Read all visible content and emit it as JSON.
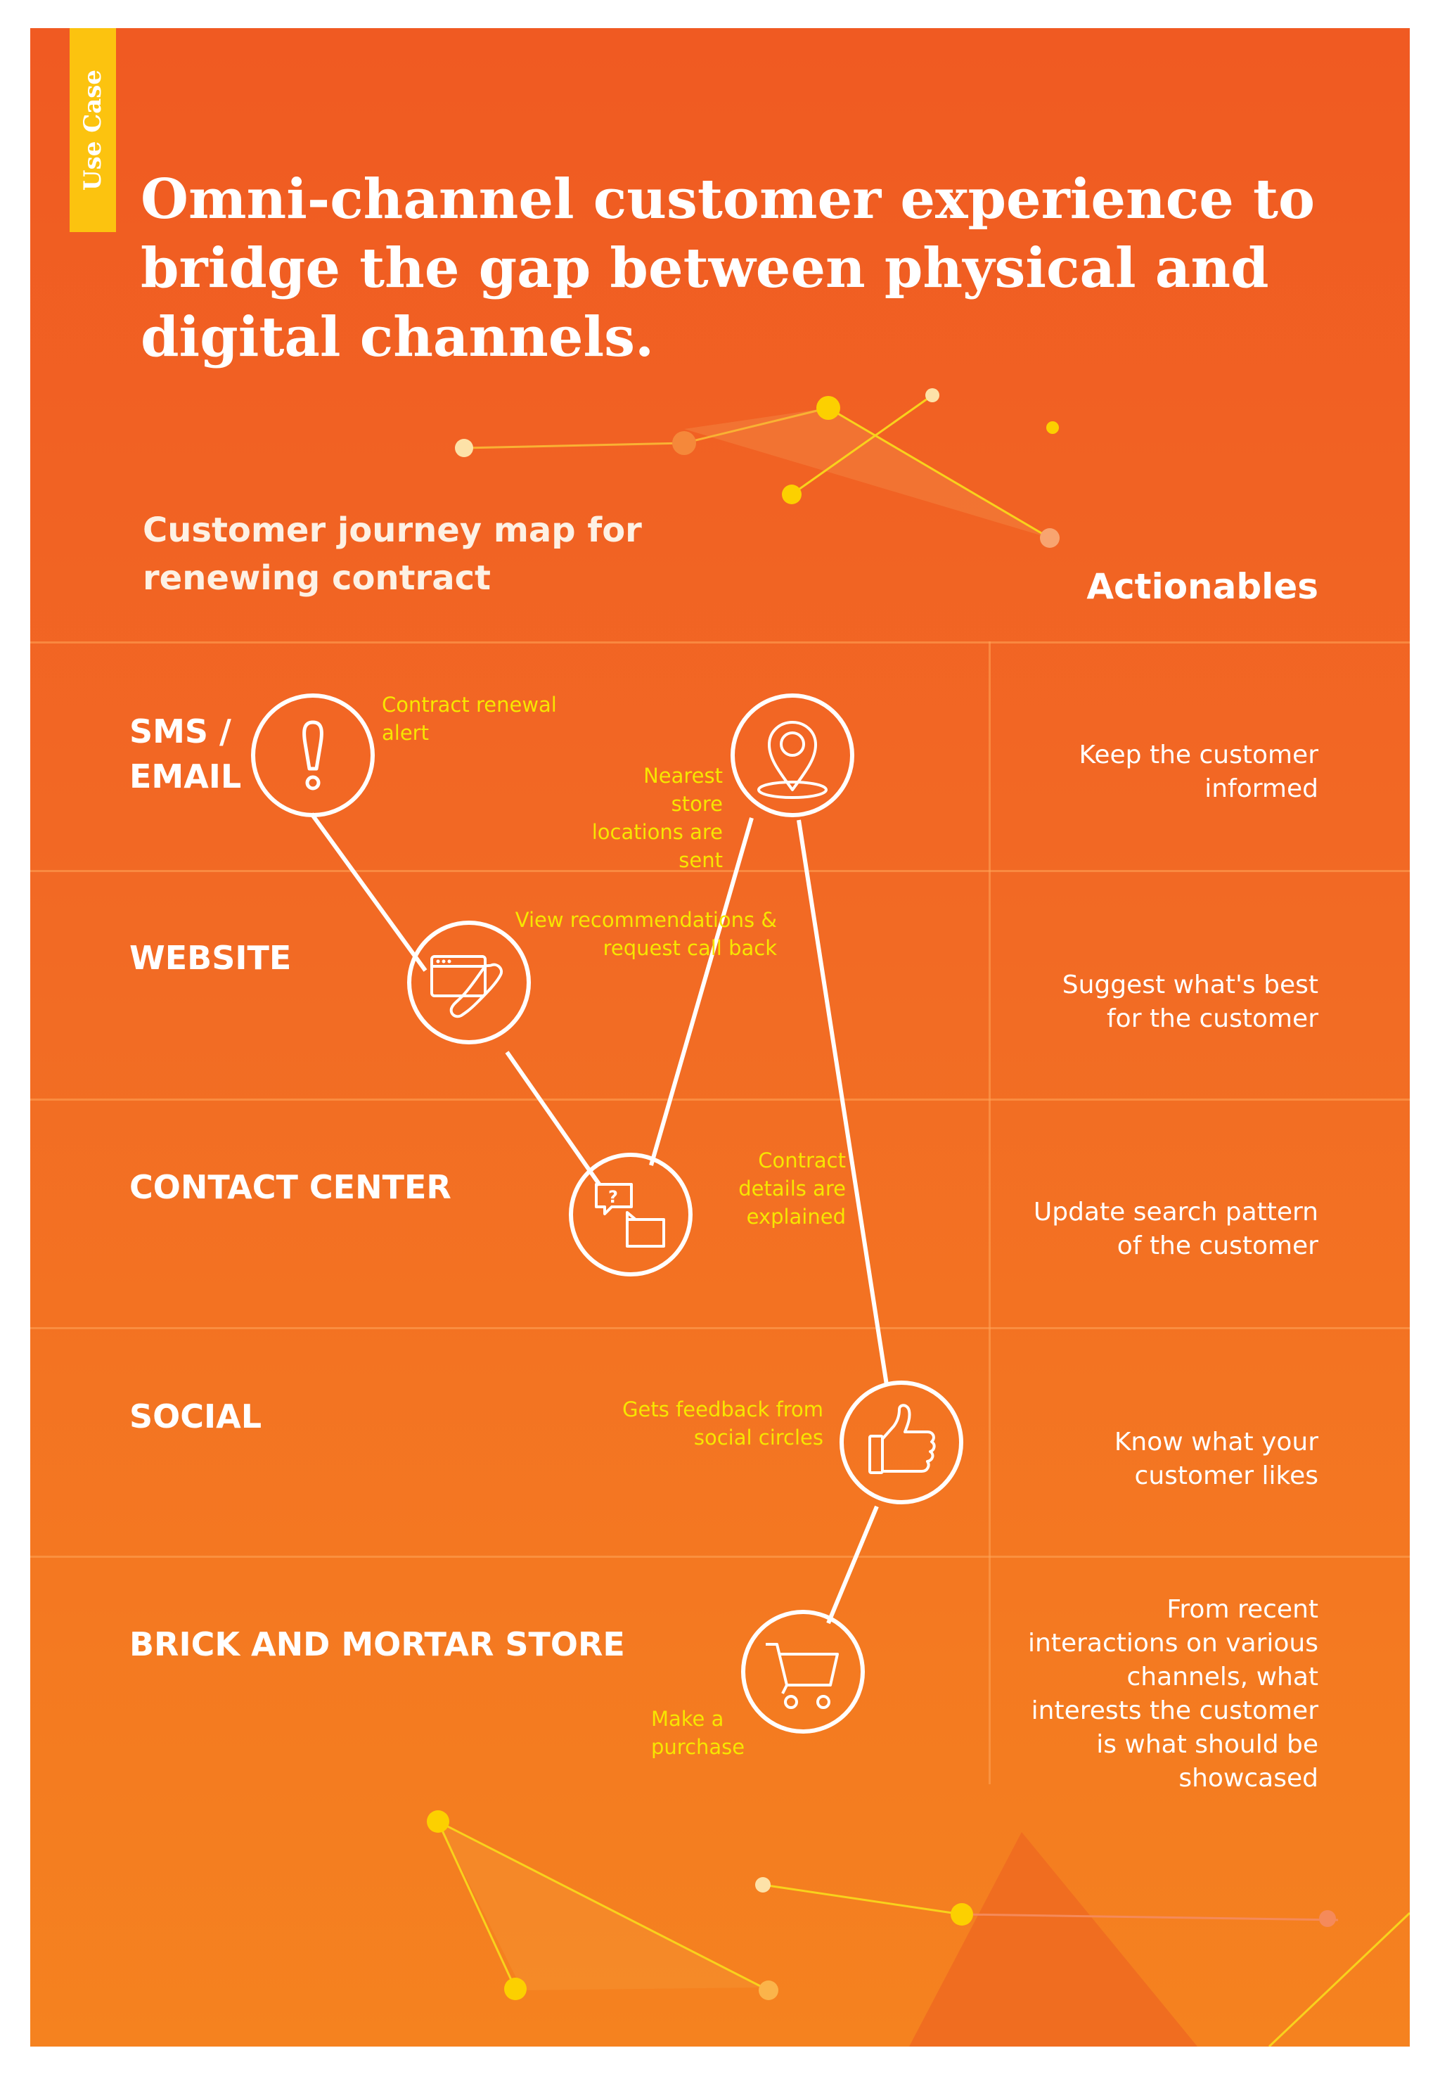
{
  "tag": "Use Case",
  "title": "Omni-channel customer experience to bridge the gap between physical and digital channels.",
  "subtitle": "Customer journey map for renewing contract",
  "actionables_header": "Actionables",
  "rows": [
    {
      "label": "SMS / EMAIL",
      "action": "Keep the customer informed"
    },
    {
      "label": "WEBSITE",
      "action": "Suggest what's best for the customer"
    },
    {
      "label": "CONTACT CENTER",
      "action": "Update search pattern of the customer"
    },
    {
      "label": "SOCIAL",
      "action": "Know what your customer likes"
    },
    {
      "label": "BRICK AND MORTAR STORE",
      "action": "From recent interactions on various channels, what interests the customer is what should be showcased"
    }
  ],
  "stages": [
    {
      "icon": "alert-icon",
      "note": "Contract renewal alert"
    },
    {
      "icon": "browser-phone-icon",
      "note": "View recommendations & request call back"
    },
    {
      "icon": "chat-bubbles-icon",
      "note": "Contract details are explained"
    },
    {
      "icon": "location-pin-icon",
      "note": "Nearest store locations are sent"
    },
    {
      "icon": "thumbs-up-icon",
      "note": "Gets feedback from social circles"
    },
    {
      "icon": "shopping-cart-icon",
      "note": "Make a purchase"
    }
  ],
  "colors": {
    "background_top": "#f05a22",
    "background_bottom": "#f5821f",
    "accent_yellow": "#fcc30f",
    "note_yellow": "#f7e600",
    "text_white": "#ffffff"
  }
}
